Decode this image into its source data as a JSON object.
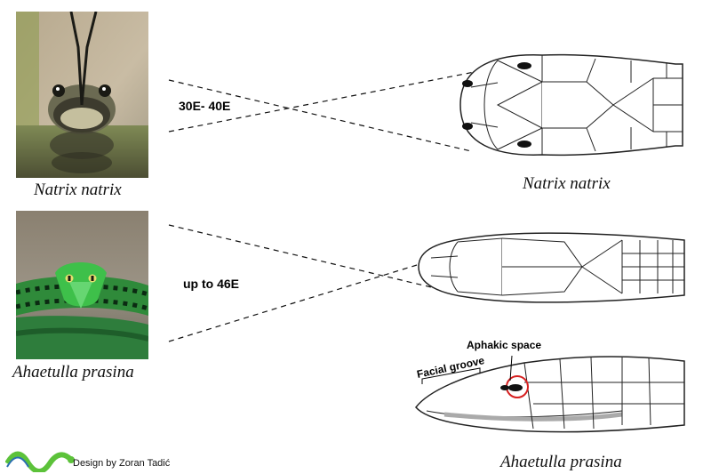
{
  "species": [
    {
      "photo_caption": "Natrix natrix",
      "diagram_caption": "Natrix natrix",
      "angle_label": "30E- 40E"
    },
    {
      "photo_caption": "Ahaetulla prasina",
      "diagram_caption": "Ahaetulla prasina",
      "angle_label": "up to 46E"
    }
  ],
  "side_view": {
    "aphakic_label": "Aphakic space",
    "facial_groove_label": "Facial groove"
  },
  "credit": "Design by Zoran Tadić",
  "colors": {
    "aphakic_ring": "#d62020",
    "natrix_skin": "#6b6a52",
    "ahaetulla_skin": "#3ec04a",
    "logo_green": "#5cc23a",
    "logo_blue": "#2a6fb0"
  }
}
